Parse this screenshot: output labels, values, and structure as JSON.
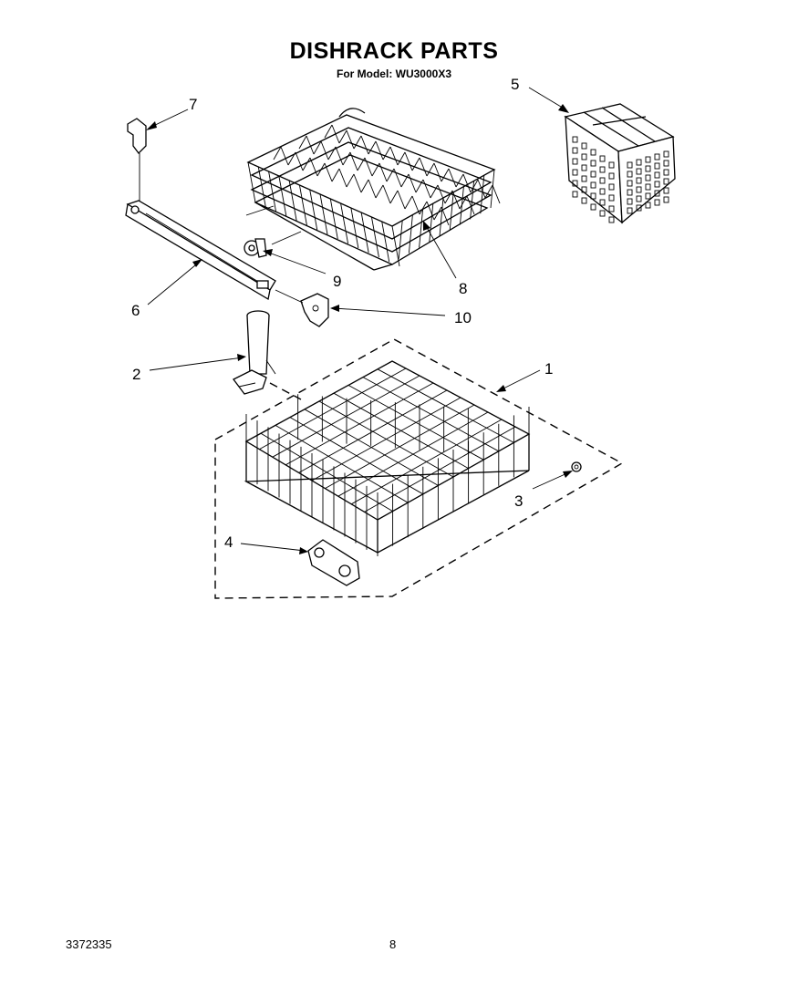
{
  "header": {
    "title": "DISHRACK PARTS",
    "subtitle": "For Model: WU3000X3"
  },
  "footer": {
    "doc_number": "3372335",
    "page_number": "8"
  },
  "callouts": [
    {
      "id": "1",
      "label": "1"
    },
    {
      "id": "2",
      "label": "2"
    },
    {
      "id": "3",
      "label": "3"
    },
    {
      "id": "4",
      "label": "4"
    },
    {
      "id": "5",
      "label": "5"
    },
    {
      "id": "6",
      "label": "6"
    },
    {
      "id": "7",
      "label": "7"
    },
    {
      "id": "8",
      "label": "8"
    },
    {
      "id": "9",
      "label": "9"
    },
    {
      "id": "10",
      "label": "10"
    }
  ]
}
